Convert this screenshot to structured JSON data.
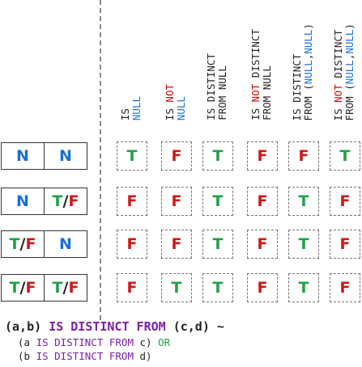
{
  "headers": [
    {
      "parts": [
        [
          {
            "t": "IS",
            "c": "kw"
          }
        ],
        [
          {
            "t": "NULL",
            "c": "blue"
          }
        ]
      ]
    },
    {
      "parts": [
        [
          {
            "t": "IS ",
            "c": "kw"
          },
          {
            "t": "NOT",
            "c": "red"
          }
        ],
        [
          {
            "t": "NULL",
            "c": "blue"
          }
        ]
      ]
    },
    {
      "parts": [
        [
          {
            "t": "IS DISTINCT",
            "c": "kw"
          }
        ],
        [
          {
            "t": "FROM NULL",
            "c": "kw"
          }
        ]
      ]
    },
    {
      "parts": [
        [
          {
            "t": "IS ",
            "c": "kw"
          },
          {
            "t": "NOT",
            "c": "red"
          },
          {
            "t": " DISTINCT",
            "c": "kw"
          }
        ],
        [
          {
            "t": "FROM NULL",
            "c": "kw"
          }
        ]
      ]
    },
    {
      "parts": [
        [
          {
            "t": "IS DISTINCT",
            "c": "kw"
          }
        ],
        [
          {
            "t": "FROM (",
            "c": "kw"
          },
          {
            "t": "NULL",
            "c": "blue"
          },
          {
            "t": ",",
            "c": "kw"
          },
          {
            "t": "NULL",
            "c": "blue"
          },
          {
            "t": ")",
            "c": "kw"
          }
        ]
      ]
    },
    {
      "parts": [
        [
          {
            "t": "IS ",
            "c": "kw"
          },
          {
            "t": "NOT",
            "c": "red"
          },
          {
            "t": " DISTINCT",
            "c": "kw"
          }
        ],
        [
          {
            "t": "FROM (",
            "c": "kw"
          },
          {
            "t": "NULL",
            "c": "blue"
          },
          {
            "t": ",",
            "c": "kw"
          },
          {
            "t": "NULL",
            "c": "blue"
          },
          {
            "t": ")",
            "c": "kw"
          }
        ]
      ]
    }
  ],
  "rows": [
    {
      "inputs": [
        [
          {
            "t": "N",
            "c": "N"
          }
        ],
        [
          {
            "t": "N",
            "c": "N"
          }
        ]
      ],
      "results": [
        "T",
        "F",
        "T",
        "F",
        "F",
        "T"
      ]
    },
    {
      "inputs": [
        [
          {
            "t": "N",
            "c": "N"
          }
        ],
        [
          {
            "t": "T",
            "c": "T"
          },
          {
            "t": "/",
            "c": "slash"
          },
          {
            "t": "F",
            "c": "F"
          }
        ]
      ],
      "results": [
        "F",
        "F",
        "T",
        "F",
        "T",
        "F"
      ]
    },
    {
      "inputs": [
        [
          {
            "t": "T",
            "c": "T"
          },
          {
            "t": "/",
            "c": "slash"
          },
          {
            "t": "F",
            "c": "F"
          }
        ],
        [
          {
            "t": "N",
            "c": "N"
          }
        ]
      ],
      "results": [
        "F",
        "F",
        "T",
        "F",
        "T",
        "F"
      ]
    },
    {
      "inputs": [
        [
          {
            "t": "T",
            "c": "T"
          },
          {
            "t": "/",
            "c": "slash"
          },
          {
            "t": "F",
            "c": "F"
          }
        ],
        [
          {
            "t": "T",
            "c": "T"
          },
          {
            "t": "/",
            "c": "slash"
          },
          {
            "t": "F",
            "c": "F"
          }
        ]
      ],
      "results": [
        "F",
        "T",
        "T",
        "F",
        "T",
        "F"
      ]
    }
  ],
  "expression": {
    "line1": [
      {
        "t": "(a,b) ",
        "c": ""
      },
      {
        "t": "IS DISTINCT FROM",
        "c": "purple"
      },
      {
        "t": " (c,d) ~",
        "c": ""
      }
    ],
    "line2": [
      {
        "t": "(a ",
        "c": ""
      },
      {
        "t": "IS DISTINCT FROM",
        "c": "purple"
      },
      {
        "t": " c) ",
        "c": ""
      },
      {
        "t": "OR",
        "c": "green"
      }
    ],
    "line3": [
      {
        "t": "(b ",
        "c": ""
      },
      {
        "t": "IS DISTINCT FROM",
        "c": "purple"
      },
      {
        "t": " d)",
        "c": ""
      }
    ]
  },
  "colors": {
    "true": "#21a04a",
    "false": "#d01818",
    "null": "#1a6fd6",
    "keyword": "#7a1fa8"
  }
}
